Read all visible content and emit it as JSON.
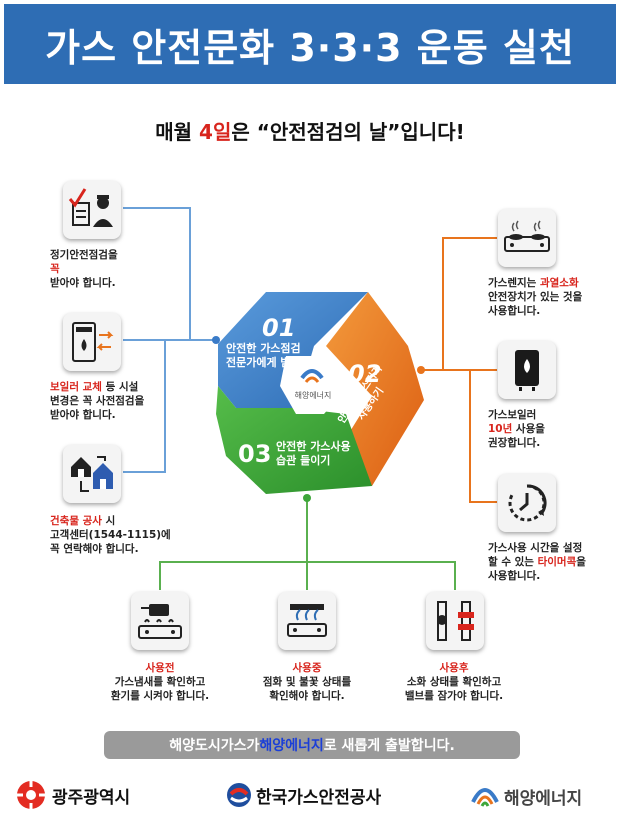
{
  "header": {
    "title": "가스 안전문화 3·3·3 운동 실천"
  },
  "subtitle": {
    "pre": "매월 ",
    "highlight": "4일",
    "post": "은 “안전점검의 날”입니다!"
  },
  "center": {
    "p1_num": "01",
    "p1_line1": "안전한 가스점검",
    "p1_line2": "전문가에게 받기",
    "p2_num": "02",
    "p2_line1": "안전한 가스기기",
    "p2_line2": "사용하기",
    "p3_num": "03",
    "p3_line1": "안전한 가스사용",
    "p3_line2": "습관 들이기",
    "logo": "해양에너지"
  },
  "left_items": [
    {
      "icon": "inspector-icon",
      "line1": "정기안전점검을",
      "hl": "꼭",
      "line3": "받아야 합니다."
    },
    {
      "icon": "boiler-icon",
      "hl1": "보일러 교체",
      "t1": " 등 시설",
      "line2": "변경은 꼭 사전점검을",
      "line3": "받아야 합니다."
    },
    {
      "icon": "house-move-icon",
      "hl1": "건축물 공사",
      "t1": " 시",
      "line2": "고객센터(1544-1115)에",
      "line3": "꼭 연락해야 합니다."
    }
  ],
  "right_items": [
    {
      "icon": "gas-range-icon",
      "t1": "가스렌지는 ",
      "hl1": "과열소화",
      "line2": "안전장치가 있는 것을",
      "line3": "사용합니다."
    },
    {
      "icon": "gas-boiler-icon",
      "line1": "가스보일러",
      "hl": "10년",
      "t2": " 사용을",
      "line3": "권장합니다."
    },
    {
      "icon": "timer-icon",
      "line1": "가스사용 시간을 설정",
      "t2": "할 수 있는 ",
      "hl2": "타이머콕",
      "t2b": "을",
      "line3": "사용합니다."
    }
  ],
  "bottom_items": [
    {
      "icon": "cooking-pot-icon",
      "title": "사용전",
      "line1": "가스냄새를 확인하고",
      "line2": "환기를 시켜야 합니다."
    },
    {
      "icon": "burner-flame-icon",
      "title": "사용중",
      "line1": "점화 및 불꽃 상태를",
      "line2": "확인해야 합니다."
    },
    {
      "icon": "valve-icon",
      "title": "사용후",
      "line1": "소화 상태를 확인하고",
      "line2": "밸브를 잠가야 합니다."
    }
  ],
  "footer": {
    "pre": "해양도시가스가 ",
    "hl": "해양에너지",
    "post": "로 새롭게 출발합니다."
  },
  "logos": {
    "gwangju": "광주광역시",
    "kgs": "한국가스안전공사",
    "haeyang": "해양에너지"
  },
  "colors": {
    "header": "#2e6db4",
    "blue_seg": "#3a7bc8",
    "orange_seg": "#e8741d",
    "green_seg": "#3da63a",
    "accent": "#d8251d"
  }
}
